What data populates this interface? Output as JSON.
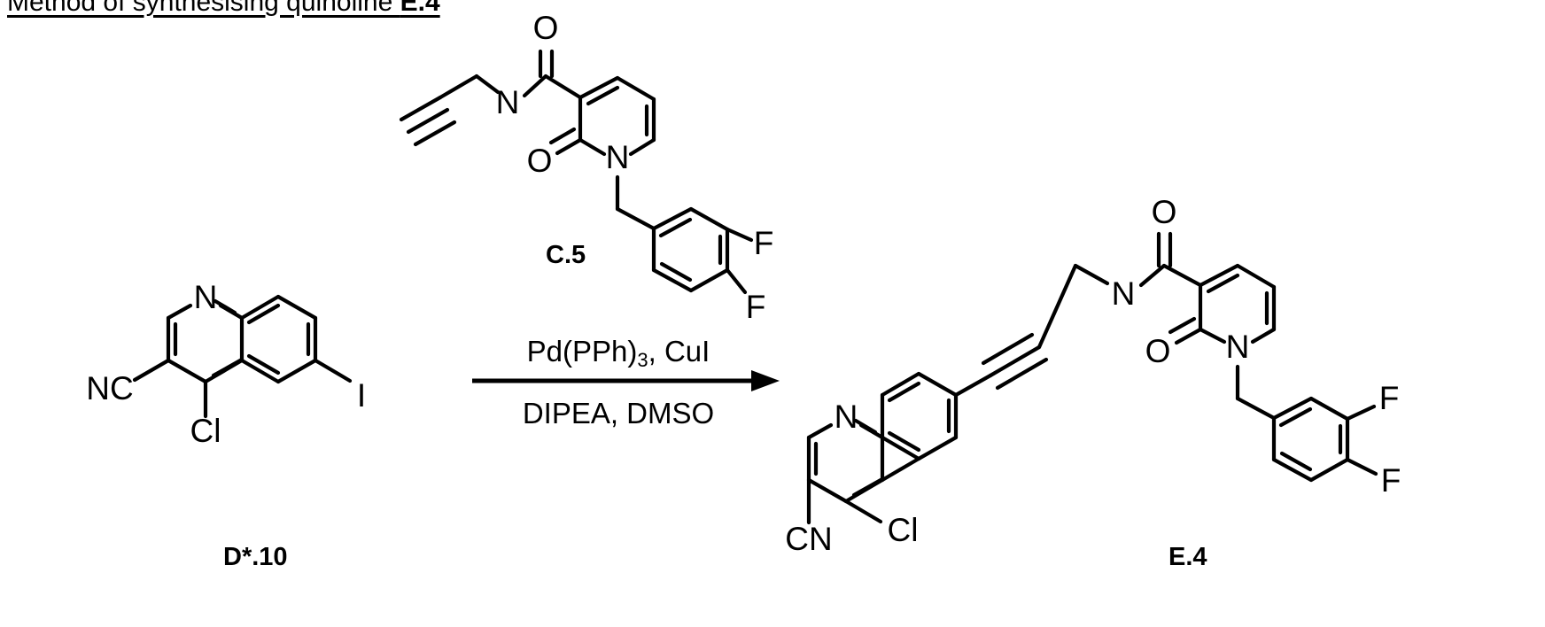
{
  "document": {
    "title_prefix": "Method of synthesising quinoline ",
    "title_compound": "E.4"
  },
  "reaction": {
    "reagents_above": "Pd(PPh)3, CuI",
    "reagents_above_main": "Pd(PPh",
    "reagents_above_sub": "3",
    "reagents_above_tail": ", CuI",
    "reagents_below": "DIPEA, DMSO",
    "arrow": "reaction-arrow-right"
  },
  "compounds": {
    "reagent_top": {
      "label": "C.5",
      "atoms": {
        "carbonyl_o_amide": "O",
        "amide_n": "N",
        "ring_carbonyl_o": "O",
        "ring_n": "N",
        "fluorine_1": "F",
        "fluorine_2": "F"
      }
    },
    "starting_material": {
      "label": "D*.10",
      "atoms": {
        "quinoline_n": "N",
        "nitrile": "NC",
        "chlorine": "Cl",
        "iodine": "I"
      }
    },
    "product": {
      "label": "E.4",
      "atoms": {
        "quinoline_n": "N",
        "chlorine": "Cl",
        "nitrile": "CN",
        "amide_n": "N",
        "carbonyl_o_amide": "O",
        "ring_carbonyl_o": "O",
        "ring_n": "N",
        "fluorine_1": "F",
        "fluorine_2": "F"
      }
    }
  }
}
